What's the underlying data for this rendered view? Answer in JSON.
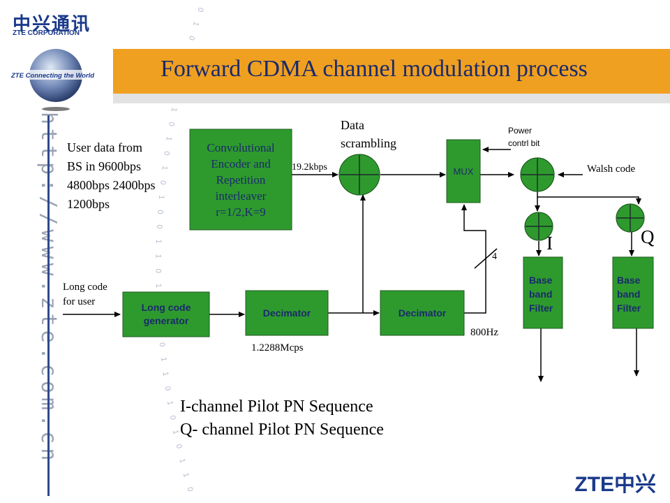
{
  "branding": {
    "company_cn": "中兴通讯",
    "company_en": "ZTE CORPORATION",
    "tagline": "ZTE Connecting the World",
    "url_vertical": "http://www.zte.com.cn",
    "footer_logo": "ZTE中兴",
    "binary_arc": "0 1 0 1 0 1 0 1 0 1 0 1 0 1 0 0 1 1 0 1 0 1 0 0 1 1 0 1 0 1 0 1 1 0 1 0 0 1 1 0",
    "colors": {
      "title_bar": "#f0a020",
      "title_text": "#1a2a6c",
      "brand_blue": "#1a3a8a",
      "box_fill": "#2e9a2e",
      "box_text": "#1a2a6c"
    }
  },
  "slide": {
    "title": "Forward CDMA channel modulation process"
  },
  "diagram": {
    "input_label": [
      "User data from",
      "BS  in 9600bps",
      "4800bps 2400bps",
      "1200bps"
    ],
    "encoder_box": [
      "Convolutional",
      "Encoder and",
      "Repetition",
      "interleaver",
      "r=1/2,K=9"
    ],
    "rate_label": "19.2kbps",
    "scrambling_label": [
      "Data",
      "scrambling"
    ],
    "mux_label": "MUX",
    "power_label": [
      "Power",
      "contrl bit"
    ],
    "walsh_label": "Walsh code",
    "long_code_input": [
      "Long code",
      "for user"
    ],
    "long_code_gen": [
      "Long code",
      "generator"
    ],
    "decimator1": "Decimator",
    "decimator2": "Decimator",
    "chip_rate": "1.2288Mcps",
    "freq_label": "800Hz",
    "divider_label": "4",
    "i_label": "I",
    "q_label": "Q",
    "baseband_i": [
      "Base",
      "band",
      "Filter"
    ],
    "baseband_q": [
      "Base",
      "band",
      "Filter"
    ],
    "pilot_i": "I-channel  Pilot PN Sequence",
    "pilot_q": "Q- channel  Pilot PN Sequence"
  }
}
